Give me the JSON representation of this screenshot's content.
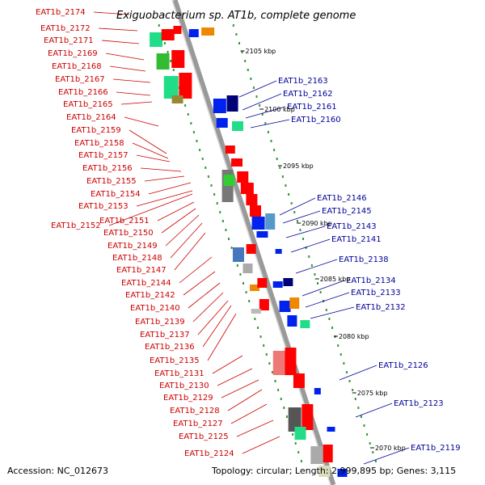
{
  "title": "Exiguobacterium sp. AT1b, complete genome",
  "accession": "Accession: NC_012673",
  "topology": "Topology: circular; Length: 2,999,895 bp; Genes: 3,115",
  "ticks": [
    "2105 kbp",
    "2100 kbp",
    "2095 kbp",
    "2090 kbp",
    "2085 kbp",
    "2080 kbp",
    "2075 kbp",
    "2070 kbp"
  ],
  "left_labels": [
    "EAT1b_2174",
    "EAT1b_2172",
    "EAT1b_2171",
    "EAT1b_2169",
    "EAT1b_2168",
    "EAT1b_2167",
    "EAT1b_2166",
    "EAT1b_2165",
    "EAT1b_2164",
    "EAT1b_2159",
    "EAT1b_2158",
    "EAT1b_2157",
    "EAT1b_2156",
    "EAT1b_2155",
    "EAT1b_2154",
    "EAT1b_2153",
    "EAT1b_2152",
    "EAT1b_2151",
    "EAT1b_2150",
    "EAT1b_2149",
    "EAT1b_2148",
    "EAT1b_2147",
    "EAT1b_2144",
    "EAT1b_2142",
    "EAT1b_2140",
    "EAT1b_2139",
    "EAT1b_2137",
    "EAT1b_2136",
    "EAT1b_2135",
    "EAT1b_2131",
    "EAT1b_2130",
    "EAT1b_2129",
    "EAT1b_2128",
    "EAT1b_2127",
    "EAT1b_2125",
    "EAT1b_2124"
  ],
  "right_labels": [
    "EAT1b_2163",
    "EAT1b_2162",
    "EAT1b_2161",
    "EAT1b_2160",
    "EAT1b_2146",
    "EAT1b_2145",
    "EAT1b_2143",
    "EAT1b_2141",
    "EAT1b_2138",
    "EAT1b_2134",
    "EAT1b_2133",
    "EAT1b_2132",
    "EAT1b_2126",
    "EAT1b_2123",
    "EAT1b_2119"
  ],
  "colors": {
    "forward_strand": "#ff0000",
    "reverse_strand": "#0000ff",
    "backbone": "#999999",
    "label_left": "#cc0000",
    "label_right": "#000099",
    "tick_dots": "#339933"
  }
}
